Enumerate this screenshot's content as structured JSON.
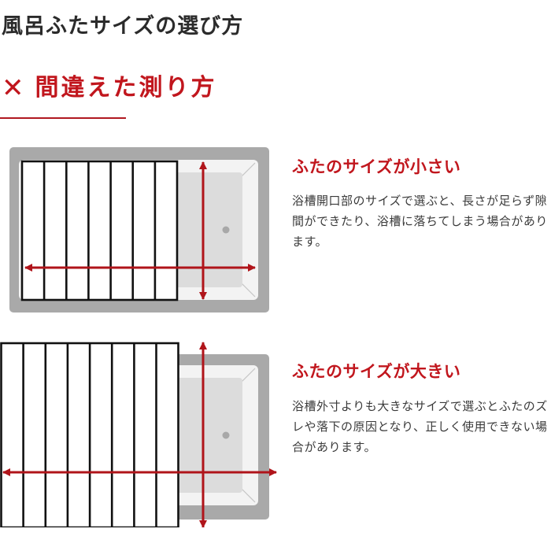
{
  "page": {
    "title": "風呂ふたサイズの選び方"
  },
  "section": {
    "mark": "✕",
    "title": "間違えた測り方"
  },
  "colors": {
    "accent": "#c1161d",
    "tub_frame": "#a9a9a9",
    "tub_inner": "#f3f3f3",
    "tub_basin": "#dcdcdc",
    "lid_outline": "#111111"
  },
  "cases": [
    {
      "title": "ふたのサイズが小さい",
      "description": "浴槽開口部のサイズで選ぶと、長さが足らず隙間ができたり、浴槽に落ちてしまう場合があります。",
      "lid_fit": "smaller-than-tub"
    },
    {
      "title": "ふたのサイズが大きい",
      "description": "浴槽外寸よりも大きなサイズで選ぶとふたのズレや落下の原因となり、正しく使用できない場合があります。",
      "lid_fit": "larger-than-tub"
    }
  ]
}
